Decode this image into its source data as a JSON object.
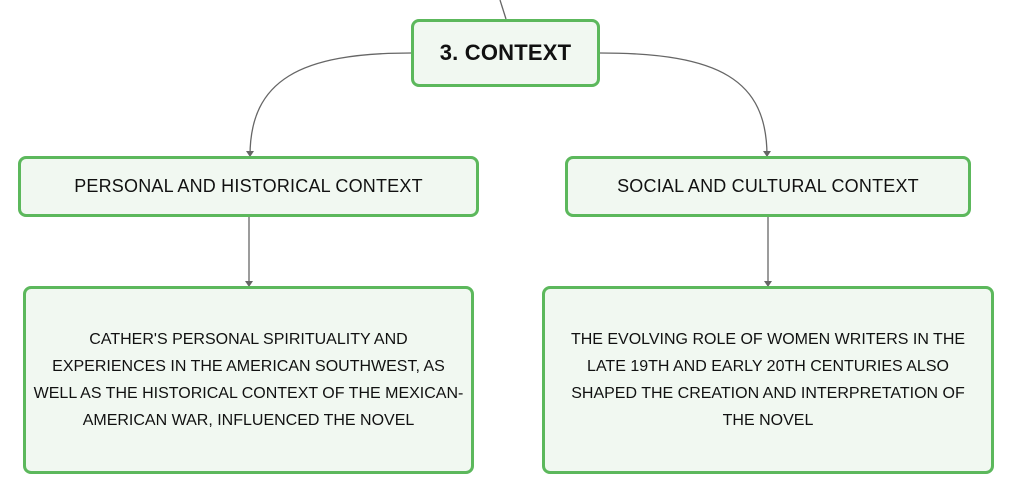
{
  "colors": {
    "node_border": "#5cb85c",
    "node_fill": "#f1f8f1",
    "connector": "#666666",
    "text": "#111111"
  },
  "root": {
    "label": "3. CONTEXT"
  },
  "branches": [
    {
      "label": "PERSONAL AND HISTORICAL CONTEXT",
      "detail": "CATHER'S PERSONAL SPIRITUALITY AND EXPERIENCES IN THE AMERICAN SOUTHWEST, AS WELL AS THE HISTORICAL CONTEXT OF THE MEXICAN-AMERICAN WAR, INFLUENCED THE NOVEL"
    },
    {
      "label": "SOCIAL AND CULTURAL CONTEXT",
      "detail": "THE EVOLVING ROLE OF WOMEN WRITERS IN THE LATE 19TH AND EARLY 20TH CENTURIES ALSO SHAPED THE CREATION AND INTERPRETATION OF THE NOVEL"
    }
  ]
}
